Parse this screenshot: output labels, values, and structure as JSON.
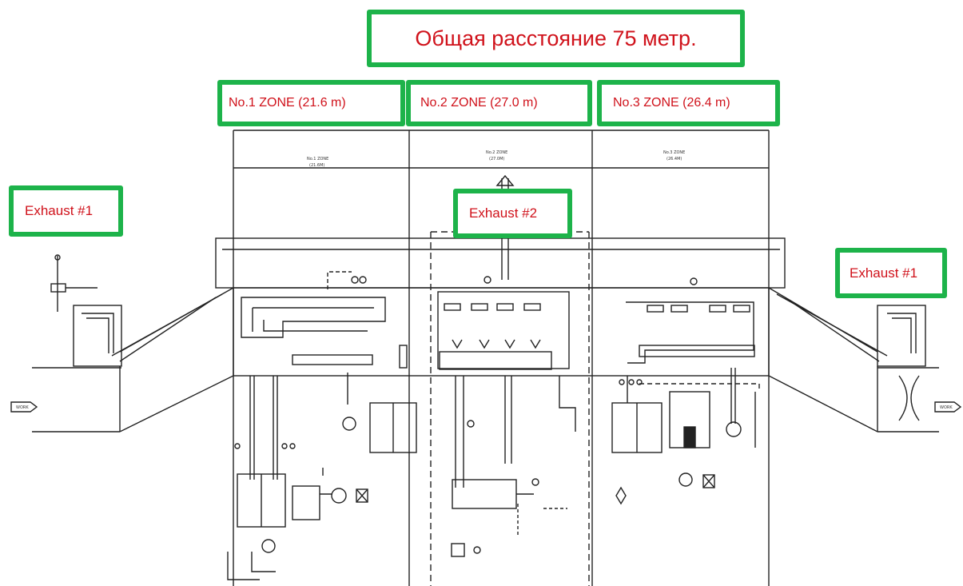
{
  "title": "Общая расстояние 75 метр.",
  "zones": [
    {
      "label": "No.1 ZONE (21.6 m)"
    },
    {
      "label": "No.2  ZONE (27.0 m)"
    },
    {
      "label": "No.3 ZONE (26.4 m)"
    }
  ],
  "exhausts": {
    "left": "Exhaust #1",
    "center": "Exhaust #2",
    "right": "Exhaust #1"
  },
  "colors": {
    "callout_border": "#1db34a",
    "callout_text": "#d0121b",
    "line": "#222222"
  }
}
